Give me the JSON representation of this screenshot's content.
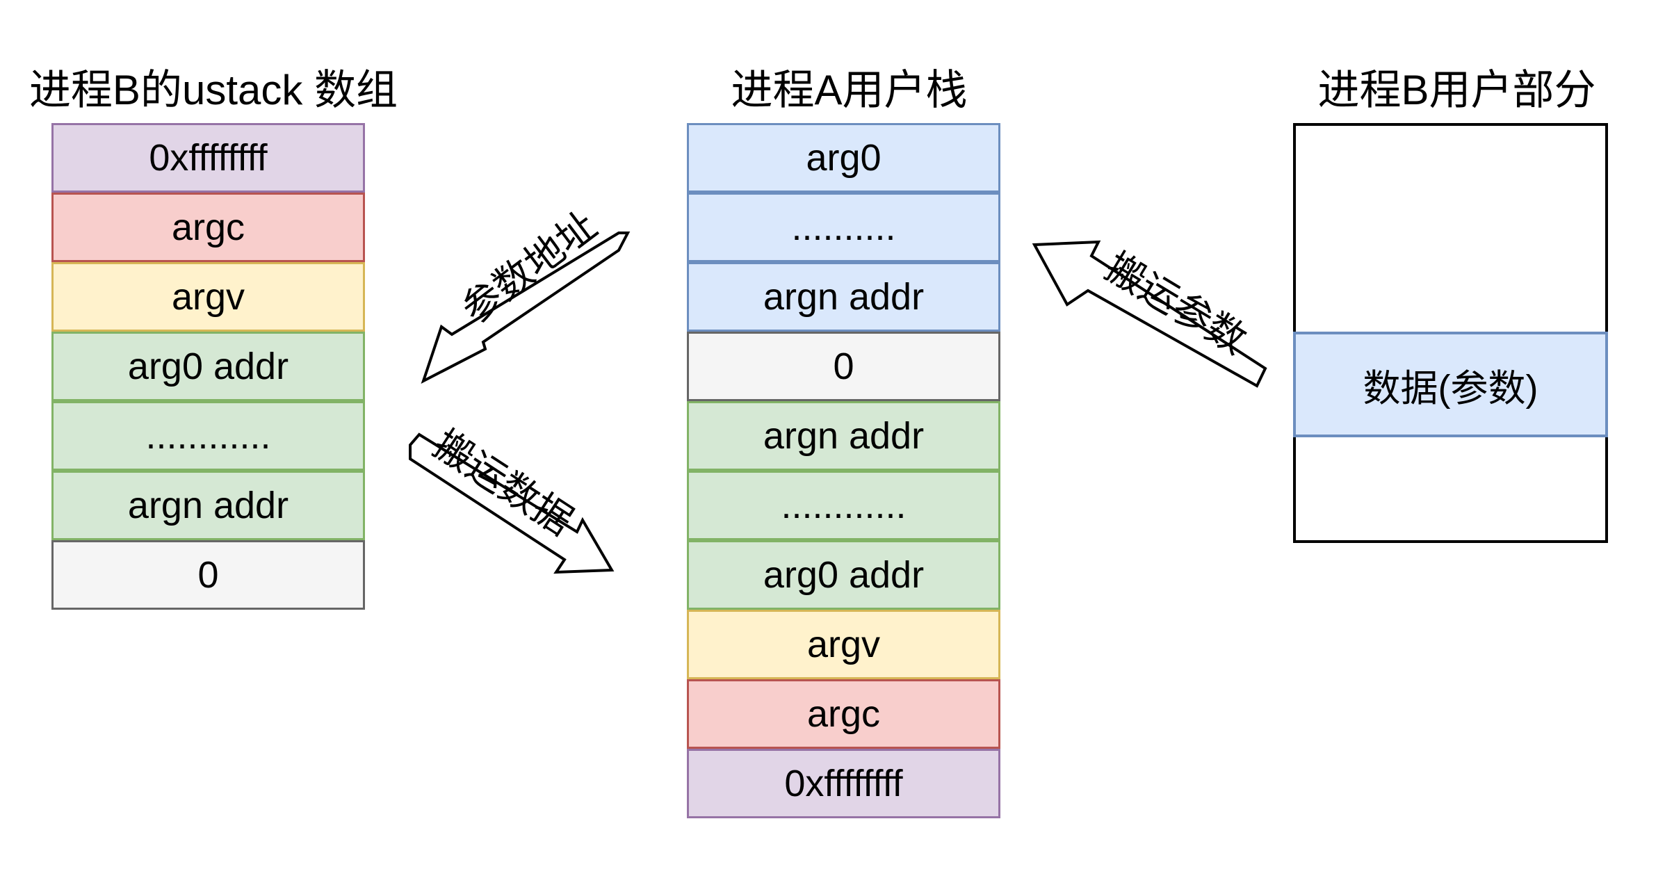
{
  "titles": {
    "left": "进程B的ustack 数组",
    "middle": "进程A用户栈",
    "right": "进程B用户部分"
  },
  "left_stack": [
    {
      "label": "0xffffffff",
      "fill": "#e1d5e7",
      "stroke": "#9673a6"
    },
    {
      "label": "argc",
      "fill": "#f8cecc",
      "stroke": "#b85450"
    },
    {
      "label": "argv",
      "fill": "#fff2cc",
      "stroke": "#d6b656"
    },
    {
      "label": "arg0 addr",
      "fill": "#d5e8d4",
      "stroke": "#82b366"
    },
    {
      "label": "............",
      "fill": "#d5e8d4",
      "stroke": "#82b366"
    },
    {
      "label": "argn addr",
      "fill": "#d5e8d4",
      "stroke": "#82b366"
    },
    {
      "label": "0",
      "fill": "#f5f5f5",
      "stroke": "#666666"
    }
  ],
  "middle_stack": [
    {
      "label": "arg0",
      "fill": "#dae8fc",
      "stroke": "#6c8ebf"
    },
    {
      "label": "..........",
      "fill": "#dae8fc",
      "stroke": "#6c8ebf"
    },
    {
      "label": "argn addr",
      "fill": "#dae8fc",
      "stroke": "#6c8ebf"
    },
    {
      "label": "0",
      "fill": "#f5f5f5",
      "stroke": "#666666"
    },
    {
      "label": "argn addr",
      "fill": "#d5e8d4",
      "stroke": "#82b366"
    },
    {
      "label": "............",
      "fill": "#d5e8d4",
      "stroke": "#82b366"
    },
    {
      "label": "arg0 addr",
      "fill": "#d5e8d4",
      "stroke": "#82b366"
    },
    {
      "label": "argv",
      "fill": "#fff2cc",
      "stroke": "#d6b656"
    },
    {
      "label": "argc",
      "fill": "#f8cecc",
      "stroke": "#b85450"
    },
    {
      "label": "0xffffffff",
      "fill": "#e1d5e7",
      "stroke": "#9673a6"
    }
  ],
  "right_box": {
    "data_label": "数据(参数)",
    "data_fill": "#dae8fc",
    "data_stroke": "#6c8ebf"
  },
  "arrows": {
    "param_address": "参数地址",
    "move_data": "搬运数据",
    "move_params": "搬运参数"
  }
}
